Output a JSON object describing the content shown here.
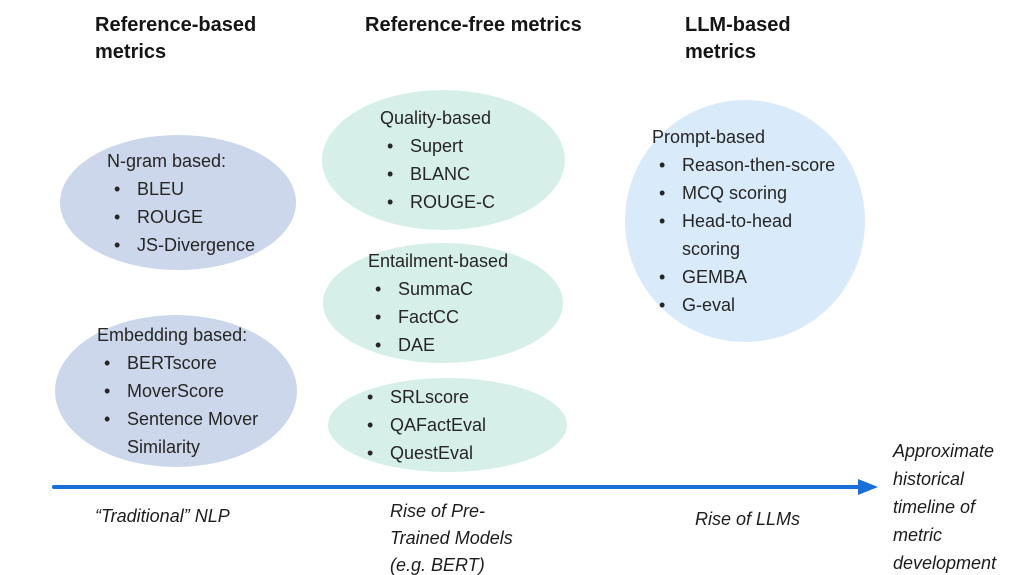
{
  "headers": {
    "reference_based": "Reference-based metrics",
    "reference_free": "Reference-free metrics",
    "llm_based": "LLM-based metrics"
  },
  "colors": {
    "reference_based_fill": "#ccd7eb",
    "reference_free_fill": "#d6efe9",
    "llm_based_fill": "#d9eafa",
    "arrow": "#1a6ed8"
  },
  "groups": {
    "ngram": {
      "heading": "N-gram based:",
      "items": [
        "BLEU",
        "ROUGE",
        "JS-Divergence"
      ]
    },
    "embedding": {
      "heading": "Embedding based:",
      "items": [
        "BERTscore",
        "MoverScore",
        "Sentence Mover Similarity"
      ]
    },
    "quality": {
      "heading": "Quality-based",
      "items": [
        "Supert",
        "BLANC",
        "ROUGE-C"
      ]
    },
    "entailment": {
      "heading": "Entailment-based",
      "items": [
        "SummaC",
        "FactCC",
        "DAE"
      ]
    },
    "srl": {
      "items": [
        "SRLscore",
        "QAFactEval",
        "QuestEval"
      ]
    },
    "prompt": {
      "heading": "Prompt-based",
      "items": [
        "Reason-then-score",
        "MCQ scoring",
        "Head-to-head scoring",
        "GEMBA",
        "G-eval"
      ]
    }
  },
  "timeline": {
    "era_traditional": "“Traditional” NLP",
    "era_pretrained": "Rise of Pre-Trained Models (e.g. BERT)",
    "era_llms": "Rise of LLMs",
    "caption": "Approximate historical timeline of metric development"
  }
}
